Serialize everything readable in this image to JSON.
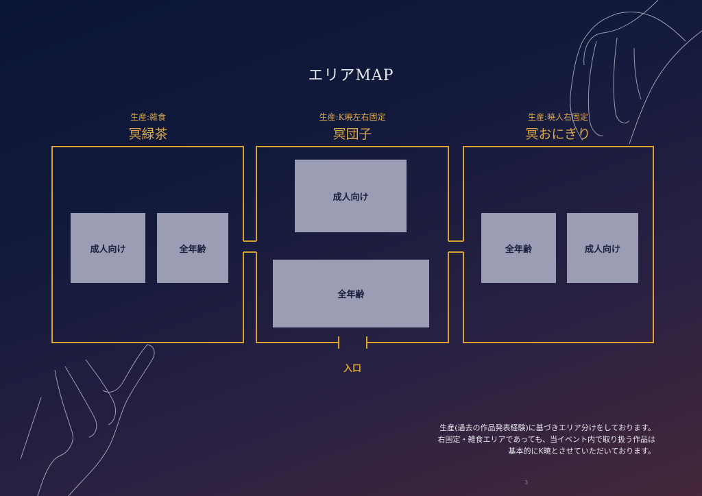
{
  "title": "エリアMAP",
  "zones": [
    {
      "sub": "生産:雑食",
      "name": "冥緑茶",
      "blocks": [
        "成人向け",
        "全年齢"
      ]
    },
    {
      "sub": "生産:K暁左右固定",
      "name": "冥団子",
      "blocks": [
        "成人向け",
        "全年齢"
      ]
    },
    {
      "sub": "生産:暁人右固定",
      "name": "冥おにぎり",
      "blocks": [
        "全年齢",
        "成人向け"
      ]
    }
  ],
  "entrance_label": "入口",
  "note_lines": [
    "生産(過去の作品発表経験)に基づきエリア分けをしております。",
    "右固定・雑食エリアであっても、当イベント内で取り扱う作品は",
    "基本的にK暁とさせていただいております。"
  ],
  "page_number": "3",
  "colors": {
    "wall": "#d9a32e",
    "block": "#9a9db3",
    "accent": "#d9a64a"
  }
}
